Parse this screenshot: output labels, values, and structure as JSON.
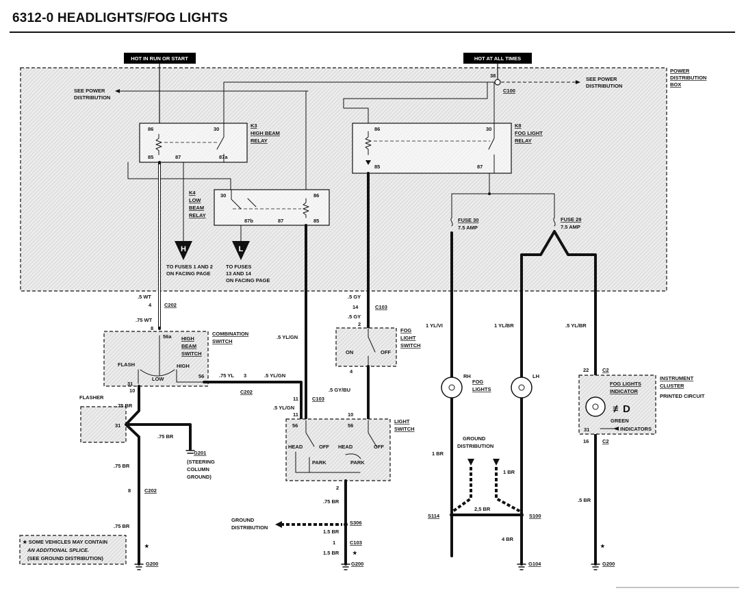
{
  "title": "6312-0   HEADLIGHTS/FOG LIGHTS",
  "headers": {
    "hot_run": "HOT IN RUN OR START",
    "hot_all": "HOT AT ALL TIMES"
  },
  "pdb": {
    "l1": "POWER",
    "l2": "DISTRIBUTION",
    "l3": "BOX",
    "c100": "C100",
    "c100_pin": "38",
    "see_left_1": "SEE POWER",
    "see_left_2": "DISTRIBUTION",
    "see_right_1": "SEE POWER",
    "see_right_2": "DISTRIBUTION"
  },
  "k3": {
    "id": "K3",
    "l1": "HIGH BEAM",
    "l2": "RELAY",
    "p86": "86",
    "p30": "30",
    "p85": "85",
    "p87": "87",
    "p87a": "87a"
  },
  "k4": {
    "id": "K4",
    "l1": "LOW",
    "l2": "BEAM",
    "l3": "RELAY",
    "p30": "30",
    "p86": "86",
    "p87b": "87b",
    "p87": "87",
    "p85": "85"
  },
  "k8": {
    "id": "K8",
    "l1": "FOG LIGHT",
    "l2": "RELAY",
    "p86": "86",
    "p30": "30",
    "p85": "85",
    "p87": "87"
  },
  "fuses": {
    "h_letter": "H",
    "l_letter": "L",
    "h1": "TO FUSES 1 AND 2",
    "h2": "ON FACING PAGE",
    "l1": "TO FUSES",
    "l2": "13 AND 14",
    "l3": "ON FACING PAGE",
    "f30": "FUSE 30",
    "f30a": "7.5 AMP",
    "f29": "FUSE 29",
    "f29a": "7.5 AMP"
  },
  "combo": {
    "l1": "COMBINATION",
    "l2": "SWITCH",
    "hb1": "HIGH",
    "hb2": "BEAM",
    "hb3": "SWITCH",
    "flash": "FLASH",
    "low": "LOW",
    "high": "HIGH",
    "p56a": "56a",
    "p31": "31",
    "p56": "56"
  },
  "wires": {
    "w_5wt": ".5 WT",
    "c202": "C202",
    "pin4": "4",
    "w75wt": ".75 WT",
    "pin8": "8",
    "pin10": "10",
    "w75yl": ".75 YL",
    "pin3": "3",
    "w5ylgn": ".5 YL/GN",
    "w5ylgn2": ".5 YL/GN",
    "w5ylgn3": ".5 YL/GN",
    "pin11": "11",
    "pin11b": "11",
    "c103": "C103",
    "w5gy": ".5 GY",
    "pin14": "14",
    "c103b": "C103",
    "w5gy2": ".5 GY",
    "pin2": "2",
    "pin4b": "4",
    "w5gybu": ".5 GY/BU",
    "pin10b": "10",
    "w1ylvi": "1 YL/VI",
    "w1ylbr": "1 YL/BR",
    "w5ylbr": ".5 YL/BR"
  },
  "flasher": {
    "label": "FLASHER",
    "w75br": ".75 BR",
    "p31": "31",
    "w75br2": ".75 BR",
    "g201": "G201",
    "g201a": "(STEERING",
    "g201b": "COLUMN",
    "g201c": "GROUND)",
    "w75br3": ".75 BR",
    "pin8": "8",
    "c202": "C202",
    "w75br4": ".75 BR",
    "g200": "G200"
  },
  "fogsw": {
    "l1": "FOG",
    "l2": "LIGHT",
    "l3": "SWITCH",
    "on": "ON",
    "off": "OFF"
  },
  "lightsw": {
    "l1": "LIGHT",
    "l2": "SWITCH",
    "p56": "56",
    "p56b": "56",
    "head": "HEAD",
    "off": "OFF",
    "head2": "HEAD",
    "off2": "OFF",
    "park": "PARK",
    "park2": "PARK",
    "pin2": "2",
    "w75br": ".75 BR",
    "s306": "S306",
    "w15br": "1.5 BR",
    "pin1": "1",
    "c103": "C103",
    "w15br2": "1.5 BR",
    "g200": "G200",
    "gd1": "GROUND",
    "gd2": "DISTRIBUTION"
  },
  "fog": {
    "rh": "RH",
    "lh": "LH",
    "l1": "FOG",
    "l2": "LIGHTS",
    "w1br": "1 BR",
    "w1br2": "1 BR",
    "gd1": "GROUND",
    "gd2": "DISTRIBUTION",
    "s114": "S114",
    "w25br": "2,5 BR",
    "s100": "S100",
    "w4br": "4 BR",
    "g104": "G104"
  },
  "cluster": {
    "pin22": "22",
    "c2": "C2",
    "l1": "INSTRUMENT",
    "l2": "CLUSTER",
    "l3": "PRINTED CIRCUIT",
    "ind1": "FOG LIGHTS",
    "ind2": "INDICATOR",
    "green": "GREEN",
    "p31": "31",
    "indicators": "INDICATORS",
    "pin16": "16",
    "c2b": "C2",
    "w5br": ".5 BR",
    "g200": "G200"
  },
  "note": {
    "l1": "★ SOME VEHICLES MAY CONTAIN",
    "l2": "AN ADDITIONAL SPLICE.",
    "l3": "(SEE GROUND DISTRIBUTION)"
  }
}
